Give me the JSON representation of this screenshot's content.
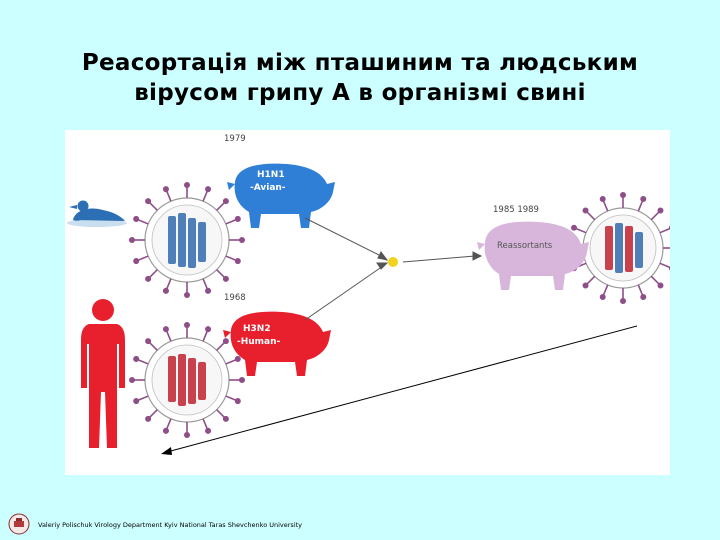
{
  "title_line1": "Реасортація між пташиним та людським",
  "title_line2": "вірусом грипу А в організмі свині",
  "diagram": {
    "year_avian": "1979",
    "avian_pig_line1": "H1N1",
    "avian_pig_line2": "-Avian-",
    "year_human": "1968",
    "human_pig_line1": "H3N2",
    "human_pig_line2": "-Human-",
    "years_reassortant": "1985 1989",
    "reassortant_label": "Reassortants"
  },
  "footer_text": "Valeriy Polischuk  Virology Department Kyiv National Taras Shevchenko University",
  "colors": {
    "background": "#ccffff",
    "avian_pig": "#2f7fd6",
    "human_pig": "#e8202e",
    "reassortant_pig": "#d8b6dc",
    "human_figure": "#e8202e",
    "duck": "#2c6fb5",
    "mixing_dot": "#f2d21b",
    "virus_spike": "#8e4e88"
  }
}
